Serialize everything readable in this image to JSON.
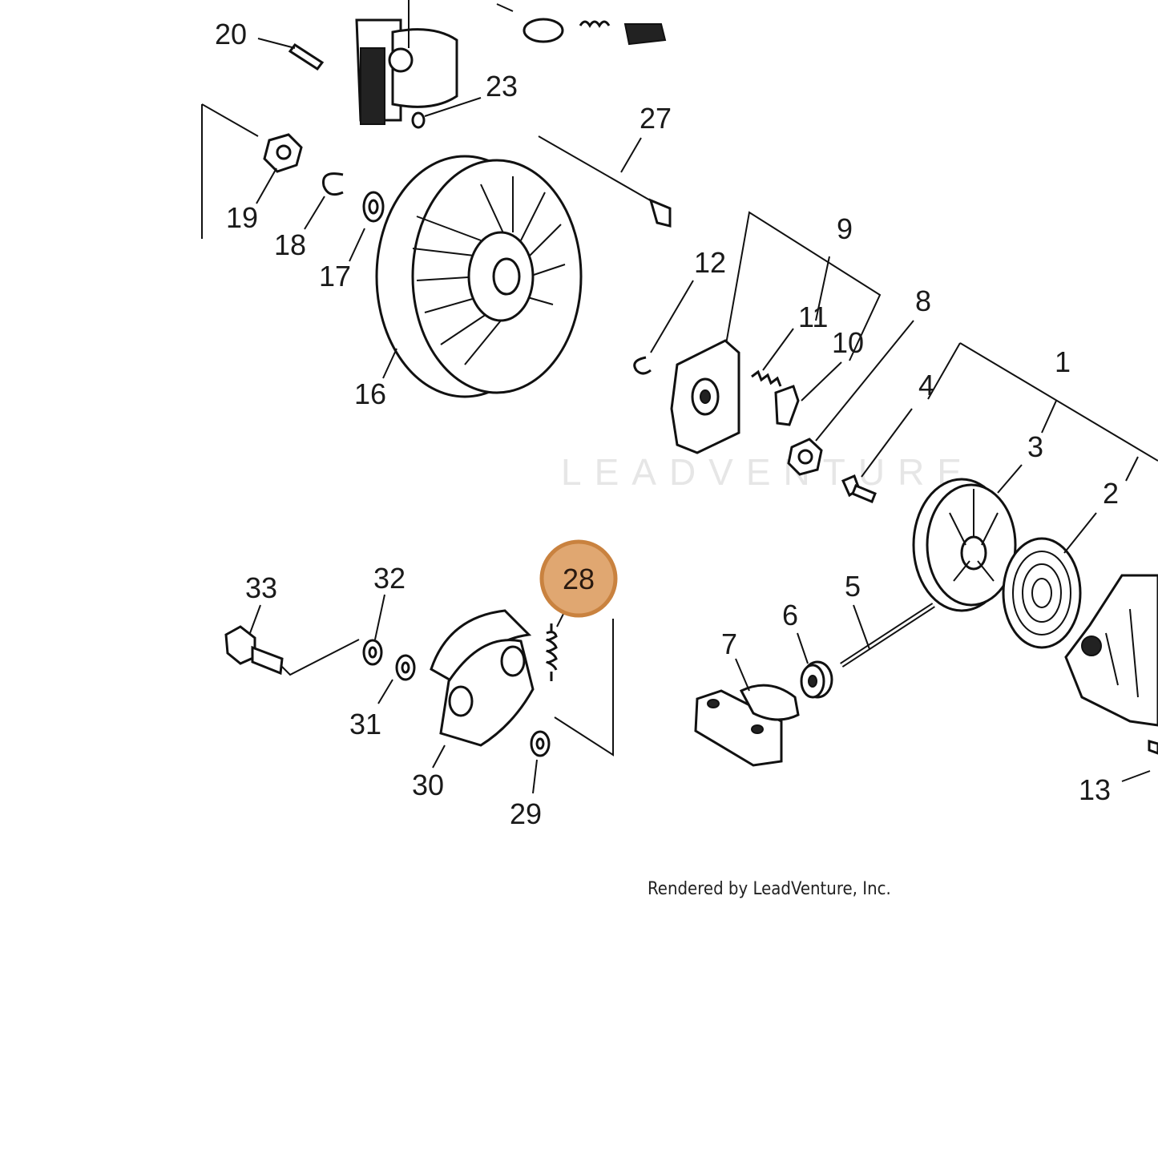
{
  "diagram": {
    "callouts": [
      {
        "id": "1",
        "text": "1"
      },
      {
        "id": "2",
        "text": "2"
      },
      {
        "id": "3",
        "text": "3"
      },
      {
        "id": "4",
        "text": "4"
      },
      {
        "id": "5",
        "text": "5"
      },
      {
        "id": "6",
        "text": "6"
      },
      {
        "id": "7",
        "text": "7"
      },
      {
        "id": "8",
        "text": "8"
      },
      {
        "id": "9",
        "text": "9"
      },
      {
        "id": "10",
        "text": "10"
      },
      {
        "id": "11",
        "text": "11"
      },
      {
        "id": "12",
        "text": "12"
      },
      {
        "id": "13",
        "text": "13"
      },
      {
        "id": "16",
        "text": "16"
      },
      {
        "id": "17",
        "text": "17"
      },
      {
        "id": "18",
        "text": "18"
      },
      {
        "id": "19",
        "text": "19"
      },
      {
        "id": "20",
        "text": "20"
      },
      {
        "id": "23",
        "text": "23"
      },
      {
        "id": "27",
        "text": "27"
      },
      {
        "id": "28",
        "text": "28"
      },
      {
        "id": "29",
        "text": "29"
      },
      {
        "id": "30",
        "text": "30"
      },
      {
        "id": "31",
        "text": "31"
      },
      {
        "id": "32",
        "text": "32"
      },
      {
        "id": "33",
        "text": "33"
      }
    ],
    "highlighted_callout": "28",
    "highlight_color": "#e0a771",
    "highlight_border_color": "#c9823f",
    "watermark": "LEADVENTURE",
    "credit": "Rendered by LeadVenture, Inc."
  }
}
